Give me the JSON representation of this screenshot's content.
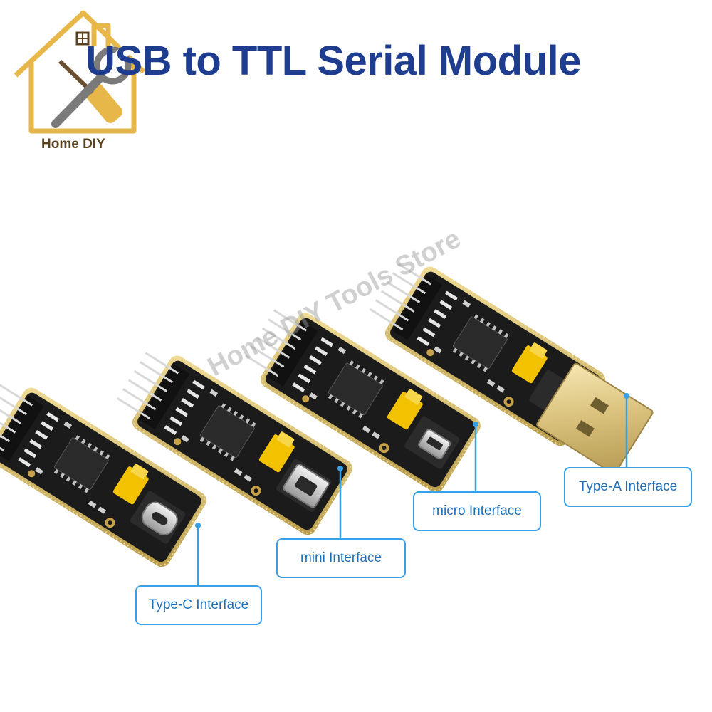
{
  "header": {
    "title": "USB to TTL Serial Module"
  },
  "logo": {
    "brand": "Home DIY",
    "icon": "house-wrench-icon",
    "color": "#e7b74a"
  },
  "watermark": {
    "text": "Home DIY Tools Store"
  },
  "modules": [
    {
      "variant": "Type-C",
      "label": "Type-C Interface"
    },
    {
      "variant": "mini USB",
      "label": "mini Interface"
    },
    {
      "variant": "micro USB",
      "label": "micro Interface"
    },
    {
      "variant": "USB Type-A",
      "label": "Type-A Interface"
    }
  ],
  "colors": {
    "title": "#1f3d8f",
    "callout_border": "#3aa0e6",
    "callout_text": "#1f6fb8",
    "pcb": "#1b1b1b",
    "pcb_edge": "#d9c37a",
    "jumper": "#f2c200"
  }
}
